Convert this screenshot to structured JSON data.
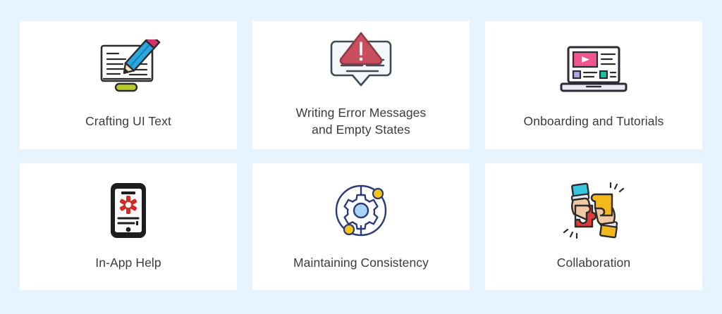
{
  "page": {
    "background_color": "#e8f4fd",
    "card_background_color": "#ffffff",
    "label_color": "#3b3b3b",
    "layout": "2 rows x 3 columns card grid"
  },
  "cards": [
    {
      "id": "crafting-ui-text",
      "label": "Crafting UI Text",
      "icon": "document-with-pencil-icon",
      "icon_colors": {
        "pencil_body": "#29a8e0",
        "pencil_eraser": "#d6336c",
        "pencil_tip": "#f5e4c3",
        "card_sheet": "#ffffff",
        "outline": "#2b2b2b",
        "accent_pill": "#b5cc2a"
      }
    },
    {
      "id": "writing-error-messages",
      "label": "Writing Error Messages\nand Empty States",
      "icon": "warning-speech-bubble-icon",
      "icon_colors": {
        "bubble": "#f4f8fb",
        "triangle": "#c94f5e",
        "triangle_stroke": "#8e3947",
        "mark": "#ffffff",
        "outline": "#3d4a55"
      }
    },
    {
      "id": "onboarding-and-tutorials",
      "label": "Onboarding and Tutorials",
      "icon": "laptop-video-tutorial-icon",
      "icon_colors": {
        "screen": "#ffffff",
        "video_panel": "#f0558e",
        "play_triangle": "#ffffff",
        "swatch_purple": "#b3a4e8",
        "swatch_green": "#1fc39b",
        "base": "#ece9f5",
        "outline": "#2b2b33"
      }
    },
    {
      "id": "in-app-help",
      "label": "In-App Help",
      "icon": "smartphone-help-icon",
      "icon_colors": {
        "body": "#1d1d1d",
        "screen": "#fafafa",
        "asterisk": "#d02b27",
        "text_lines": "#1d1d1d"
      }
    },
    {
      "id": "maintaining-consistency",
      "label": "Maintaining Consistency",
      "icon": "gear-orbit-icon",
      "icon_colors": {
        "ring": "#2b3a7a",
        "gear_stroke": "#2b3a7a",
        "gear_center": "#a8d4f5",
        "dot": "#f5c518",
        "dot_stroke": "#2b3a7a"
      }
    },
    {
      "id": "collaboration",
      "label": "Collaboration",
      "icon": "hands-puzzle-pieces-icon",
      "icon_colors": {
        "puzzle_red": "#e03b3b",
        "puzzle_yellow": "#f5b81c",
        "skin": "#f0c9a4",
        "sleeve_cyan": "#35c6e0",
        "sleeve_yellow": "#f5b81c",
        "cuff": "#e8e8f0",
        "outline": "#2b2b2b"
      }
    }
  ]
}
